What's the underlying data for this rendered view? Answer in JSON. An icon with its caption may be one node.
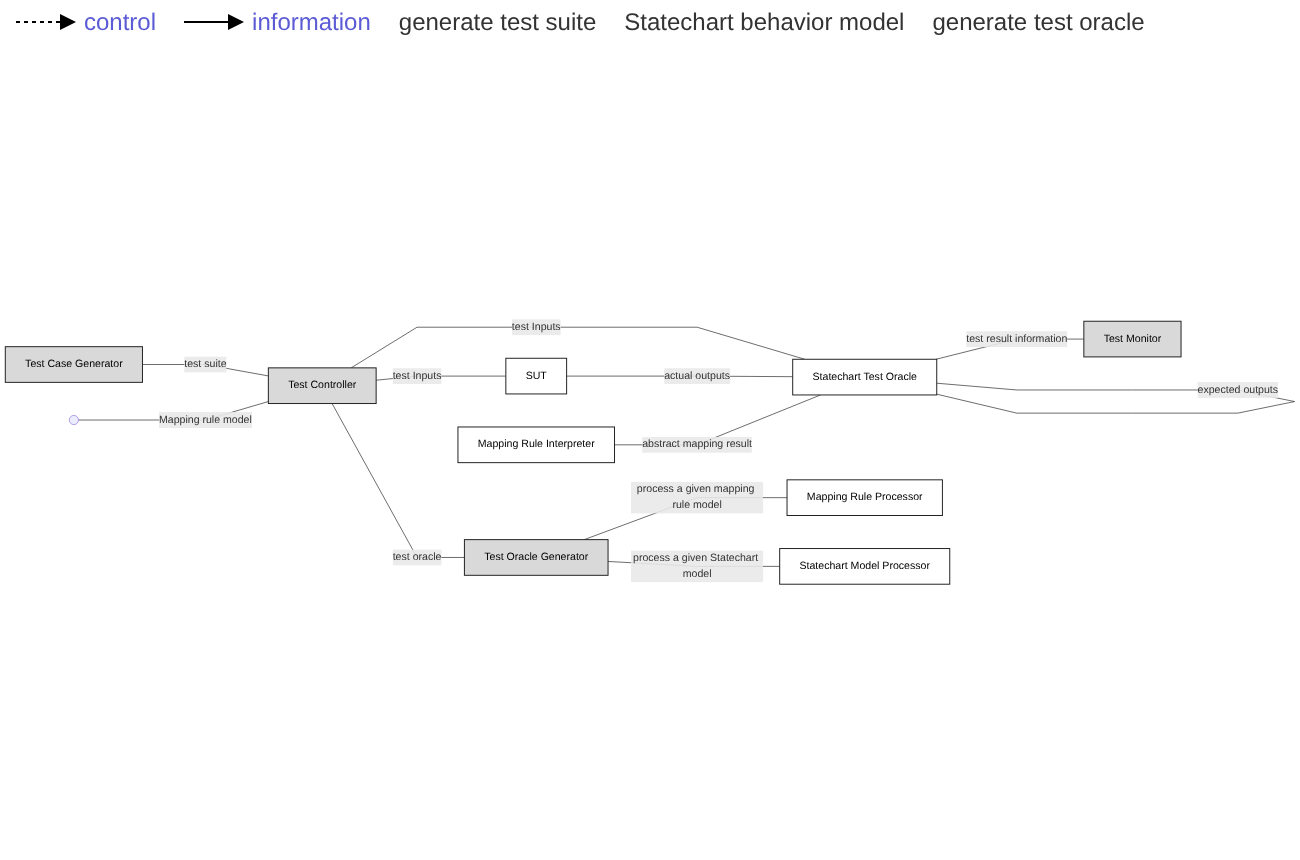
{
  "diagram": {
    "nodes": [
      {
        "text": [
          "Test Case Generator"
        ]
      },
      {
        "text": [
          "Test Controller"
        ]
      },
      {
        "text": [
          "SUT"
        ]
      },
      {
        "text": [
          "Statechart Test Oracle"
        ]
      },
      {
        "text": [
          "Test Oracle Generator"
        ]
      },
      {
        "text": [
          "Mapping Rule Interpreter"
        ]
      },
      {
        "text": [
          "Test Monitor"
        ]
      },
      {
        "text": [
          "Mapping Rule Processor"
        ]
      },
      {
        "text": [
          "Statechart Model Processor"
        ]
      }
    ],
    "edges": [
      {
        "from": 0,
        "to": 1,
        "arrow": "none",
        "label": "test suite"
      },
      {
        "from": null,
        "to": 1,
        "arrow": "none",
        "label": "Mapping rule model"
      },
      {
        "from": 1,
        "to": 2,
        "arrow": "none",
        "label": "test Inputs"
      },
      {
        "from": 1,
        "to": 3,
        "arrow": "none",
        "label": "test Inputs"
      },
      {
        "from": 2,
        "to": 3,
        "arrow": "none",
        "label": "actual outputs"
      },
      {
        "from": 3,
        "to": 3,
        "arrow": "none",
        "label": "expected outputs"
      },
      {
        "from": 1,
        "to": 4,
        "arrow": "none",
        "label": "test oracle"
      },
      {
        "from": 3,
        "to": 6,
        "arrow": "none",
        "label": "test result information"
      },
      {
        "from": 5,
        "to": 3,
        "arrow": "none",
        "label": "abstract mapping result"
      },
      {
        "from": 4,
        "to": 7,
        "arrow": "none",
        "label": "process a given mapping rule model"
      },
      {
        "from": 4,
        "to": 8,
        "arrow": "none",
        "label": "process a given Statechart model"
      }
    ],
    "labels": [
      "generate test suite",
      "Statechart behavior model",
      "generate test oracle"
    ],
    "legend": [
      {
        "text": "control"
      },
      {
        "text": "information"
      }
    ]
  }
}
